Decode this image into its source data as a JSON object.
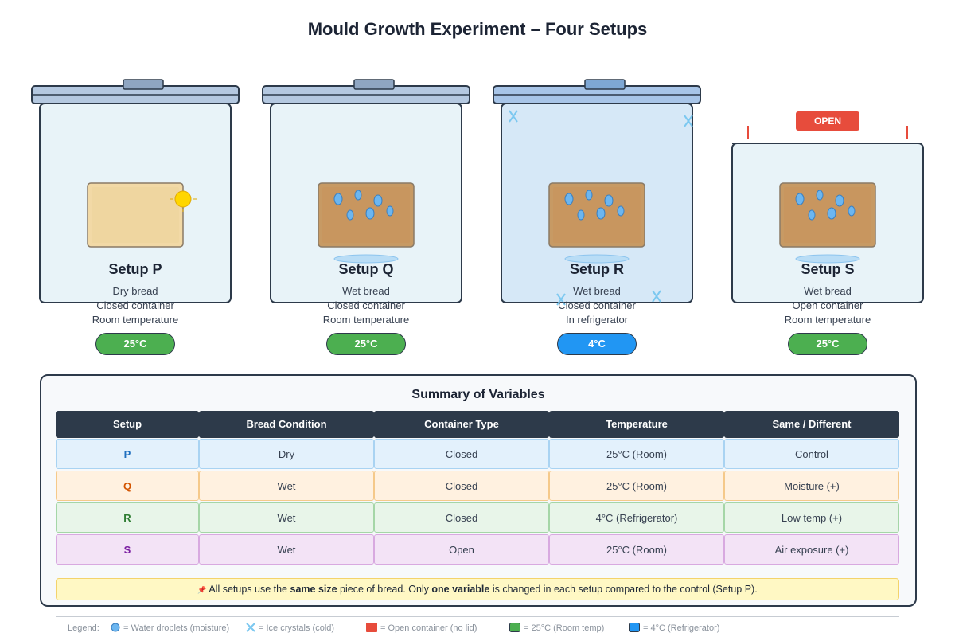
{
  "title": "Mould Growth Experiment – Four Setups",
  "setups": [
    {
      "name": "Setup P",
      "lines": [
        "Dry bread",
        "Closed container",
        "Room temperature"
      ],
      "temp": "25°C",
      "bread": "dry",
      "lid": true,
      "cold": false
    },
    {
      "name": "Setup Q",
      "lines": [
        "Wet bread",
        "Closed container",
        "Room temperature"
      ],
      "temp": "25°C",
      "bread": "wet",
      "lid": true,
      "cold": false
    },
    {
      "name": "Setup R",
      "lines": [
        "Wet bread",
        "Closed container",
        "In refrigerator"
      ],
      "temp": "4°C",
      "bread": "wet",
      "lid": true,
      "cold": true
    },
    {
      "name": "Setup S",
      "lines": [
        "Wet bread",
        "Open container",
        "Room temperature"
      ],
      "temp": "25°C",
      "bread": "wet",
      "lid": false,
      "cold": false
    }
  ],
  "open_tag": "OPEN",
  "colors": {
    "room": "#4caf50",
    "fridge": "#2196f3",
    "open": "#e74c3c",
    "header": "#2d3a4a",
    "droplet": "#6cb6f0",
    "ice": "#7cc8f0",
    "sun": "#ffd600"
  },
  "summary": {
    "title": "Summary of Variables",
    "headers": [
      "Setup",
      "Bread Condition",
      "Container Type",
      "Temperature",
      "Same / Different"
    ],
    "rows": [
      {
        "cells": [
          "P",
          "Dry",
          "Closed",
          "25°C (Room)",
          "Control"
        ],
        "bg": "#e3f1fc",
        "border": "#a9d3f2",
        "key_color": "#1f6fbf"
      },
      {
        "cells": [
          "Q",
          "Wet",
          "Closed",
          "25°C (Room)",
          "Moisture (+)"
        ],
        "bg": "#fff1e0",
        "border": "#f5c98a",
        "key_color": "#d35400"
      },
      {
        "cells": [
          "R",
          "Wet",
          "Closed",
          "4°C (Refrigerator)",
          "Low temp (+)"
        ],
        "bg": "#e8f5e9",
        "border": "#a5d6a7",
        "key_color": "#2e7d32"
      },
      {
        "cells": [
          "S",
          "Wet",
          "Open",
          "25°C (Room)",
          "Air exposure (+)"
        ],
        "bg": "#f3e3f6",
        "border": "#d8a9e0",
        "key_color": "#7b1fa2"
      }
    ],
    "note": {
      "icon": "📌",
      "p1": "All setups use the ",
      "b1": "same size",
      "p2": " piece of bread. Only ",
      "b2": "one variable",
      "p3": " is changed in each setup compared to the control (Setup P)."
    }
  },
  "legend": {
    "label": "Legend:",
    "items": [
      {
        "icon": "water-droplet-icon",
        "text": "= Water droplets (moisture)"
      },
      {
        "icon": "ice-crystal-icon",
        "text": "= Ice crystals (cold)"
      },
      {
        "icon": "open-container-icon",
        "text": "= Open container (no lid)"
      },
      {
        "icon": "room-temp-icon",
        "text": "= 25°C (Room temp)"
      },
      {
        "icon": "fridge-temp-icon",
        "text": "= 4°C (Refrigerator)"
      }
    ]
  }
}
